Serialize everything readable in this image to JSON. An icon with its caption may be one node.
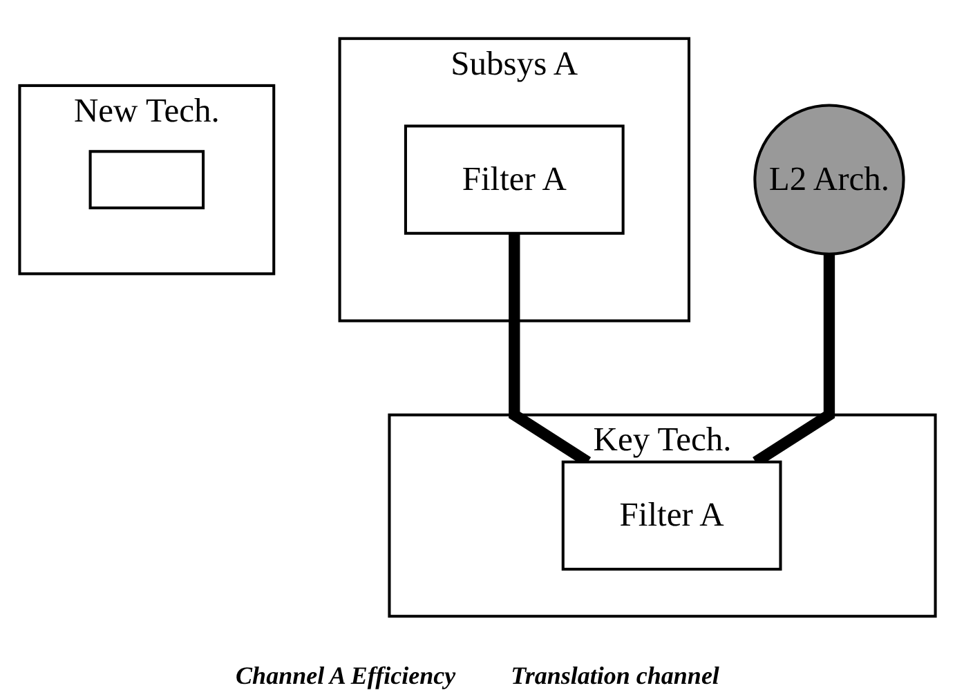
{
  "diagram": {
    "nodes": [
      {
        "text": [
          "Subsys A"
        ]
      },
      {
        "text": [
          "Filter A"
        ],
        "in": 0
      },
      {
        "text": [
          "New Tech."
        ]
      },
      {
        "text": [],
        "shape": "box",
        "in": 2
      },
      {
        "text": [
          "L2 Arch."
        ]
      },
      {
        "text": [
          "Key Tech."
        ]
      },
      {
        "text": [
          "Filter A"
        ],
        "in": 5
      }
    ],
    "edges": [
      {
        "from": 1,
        "to": 6,
        "arrow": "none"
      },
      {
        "from": 4,
        "to": 6,
        "arrow": "none"
      }
    ],
    "labels": [
      "Channel A Efficiency",
      "Translation channel"
    ]
  }
}
